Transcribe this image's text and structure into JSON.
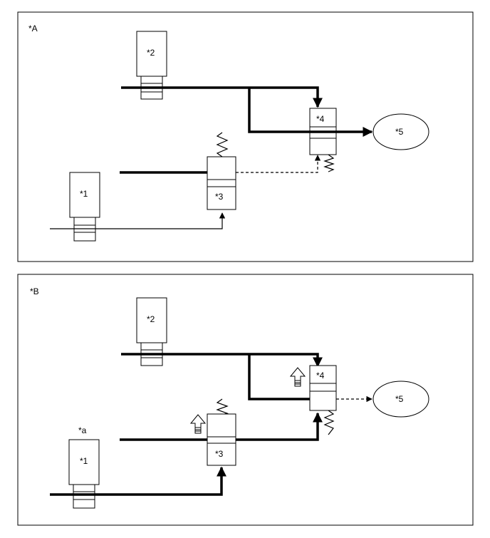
{
  "panels": [
    {
      "tag": "*A",
      "labels": {
        "c1": "*1",
        "c2": "*2",
        "c3": "*3",
        "c4": "*4",
        "c5": "*5"
      }
    },
    {
      "tag": "*B",
      "extra": "*a",
      "labels": {
        "c1": "*1",
        "c2": "*2",
        "c3": "*3",
        "c4": "*4",
        "c5": "*5"
      }
    }
  ]
}
